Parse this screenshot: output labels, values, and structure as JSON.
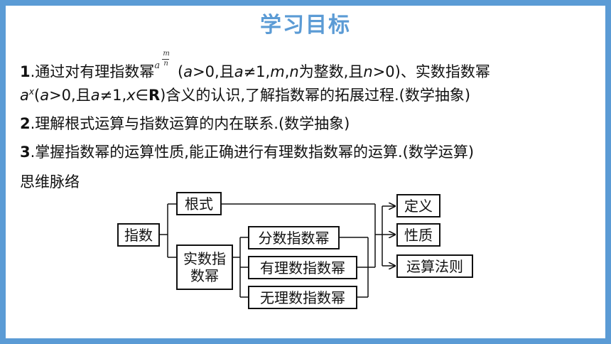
{
  "title": "学习目标",
  "goals": [
    {
      "num": "1",
      "p1": ".通过对有理指数幂",
      "frac_base": "a",
      "frac_m": "m",
      "frac_n": "n",
      "p2": " (",
      "p3": "a",
      "p4": ">0,且",
      "p5": "a",
      "p6": "≠1,",
      "p7": "m",
      "p8": ",",
      "p9": "n",
      "p10": "为整数,且",
      "p11": "n",
      "p12": ">0)、实数指数幂",
      "l2a": "a",
      "l2x": "x",
      "l2b": "(",
      "l2c": "a",
      "l2d": ">0,且",
      "l2e": "a",
      "l2f": "≠1,",
      "l2g": "x",
      "l2h": "∈",
      "l2i": "R",
      "l2j": ")含义的认识,了解指数幂的拓展过程.(数学抽象)"
    },
    {
      "num": "2",
      "text": ".理解根式运算与指数运算的内在联系.(数学抽象)"
    },
    {
      "num": "3",
      "text": ".掌握指数幂的运算性质,能正确进行有理数指数幂的运算.(数学运算)"
    }
  ],
  "mind_map_label": "思维脉络",
  "diagram": {
    "root": "指数",
    "radical": "根式",
    "real_power_line1": "实数指",
    "real_power_line2": "数幂",
    "fractional": "分数指数幂",
    "rational": "有理数指数幂",
    "irrational": "无理数指数幂",
    "definition": "定义",
    "property": "性质",
    "rules": "运算法则"
  }
}
